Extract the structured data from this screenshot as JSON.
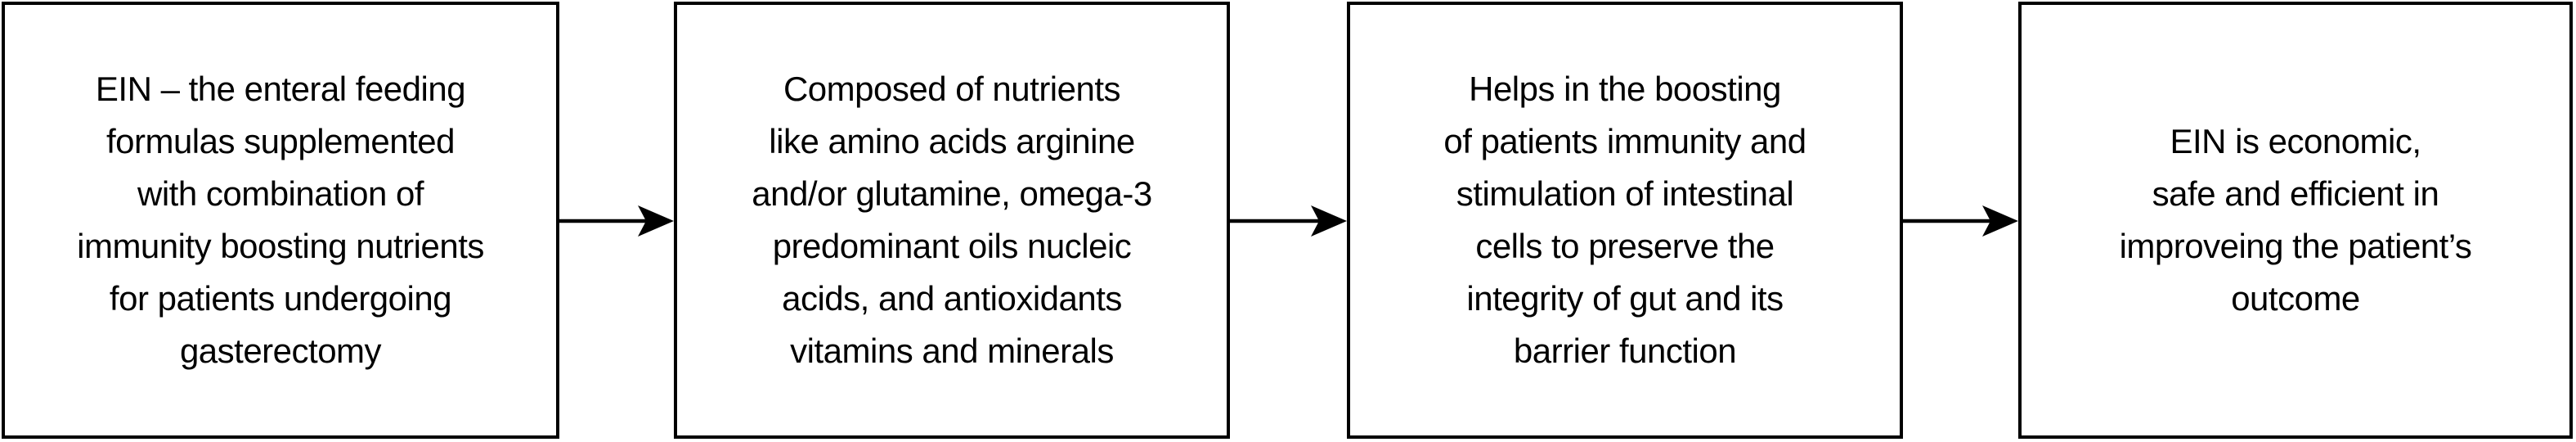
{
  "diagram": {
    "steps": [
      {
        "name": "step-1",
        "lines": [
          "EIN – the enteral feeding",
          "formulas supplemented",
          "with combination of",
          "immunity boosting nutrients",
          "for patients undergoing",
          "gasterectomy"
        ]
      },
      {
        "name": "step-2",
        "lines": [
          "Composed of nutrients",
          "like amino acids arginine",
          "and/or glutamine, omega-3",
          "predominant oils nucleic",
          "acids, and antioxidants",
          "vitamins and minerals"
        ]
      },
      {
        "name": "step-3",
        "lines": [
          "Helps in the boosting",
          "of patients immunity and",
          "stimulation of intestinal",
          "cells to preserve the",
          "integrity of gut and its",
          "barrier function"
        ]
      },
      {
        "name": "step-4",
        "lines": [
          "EIN is economic,",
          "safe and efficient in",
          "improveing the patient’s",
          "outcome"
        ]
      }
    ],
    "connectors": [
      {
        "type": "arrow-right"
      },
      {
        "type": "arrow-right"
      },
      {
        "type": "arrow-right"
      }
    ],
    "colors": {
      "background": "#ffffff",
      "box_fill": "#ffffff",
      "box_border": "#000000",
      "text": "#000000",
      "arrow": "#000000"
    }
  }
}
